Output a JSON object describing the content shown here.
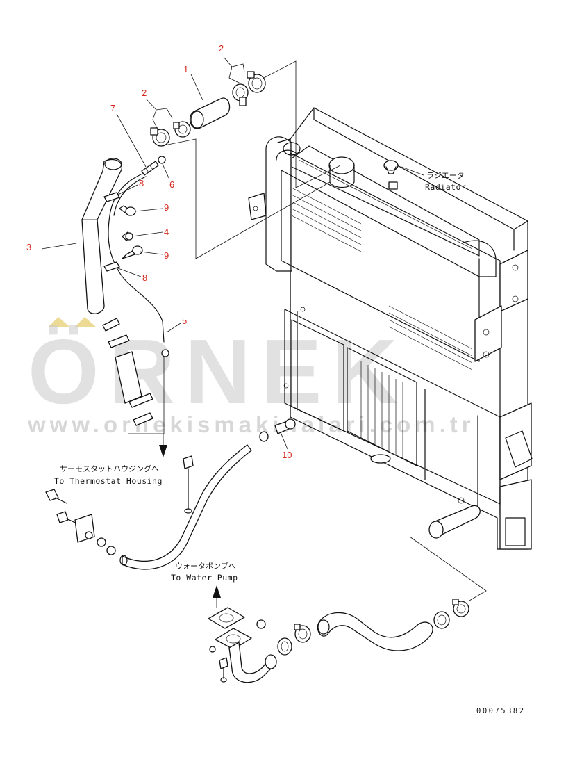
{
  "callouts": [
    {
      "id": "c1",
      "label": "1"
    },
    {
      "id": "c2a",
      "label": "2"
    },
    {
      "id": "c2b",
      "label": "2"
    },
    {
      "id": "c3",
      "label": "3"
    },
    {
      "id": "c4",
      "label": "4"
    },
    {
      "id": "c5",
      "label": "5"
    },
    {
      "id": "c6",
      "label": "6"
    },
    {
      "id": "c7",
      "label": "7"
    },
    {
      "id": "c8a",
      "label": "8"
    },
    {
      "id": "c8b",
      "label": "8"
    },
    {
      "id": "c9a",
      "label": "9"
    },
    {
      "id": "c9b",
      "label": "9"
    },
    {
      "id": "c10",
      "label": "10"
    }
  ],
  "labels": {
    "radiator_jp": "ラジエータ",
    "radiator_en": "Radiator",
    "thermostat_jp": "サーモスタットハウジングへ",
    "thermostat_en": "To Thermostat Housing",
    "waterpump_jp": "ウォータポンプへ",
    "waterpump_en": "To Water Pump"
  },
  "document_number": "00075382",
  "watermark": {
    "brand": "ÖRNEK",
    "url": "www.ornekismakinalari.com.tr"
  },
  "colors": {
    "callout": "#d42a1e",
    "line": "#111111",
    "watermark": "#c9c9c9",
    "watermark_accent": "#e8d27a"
  }
}
